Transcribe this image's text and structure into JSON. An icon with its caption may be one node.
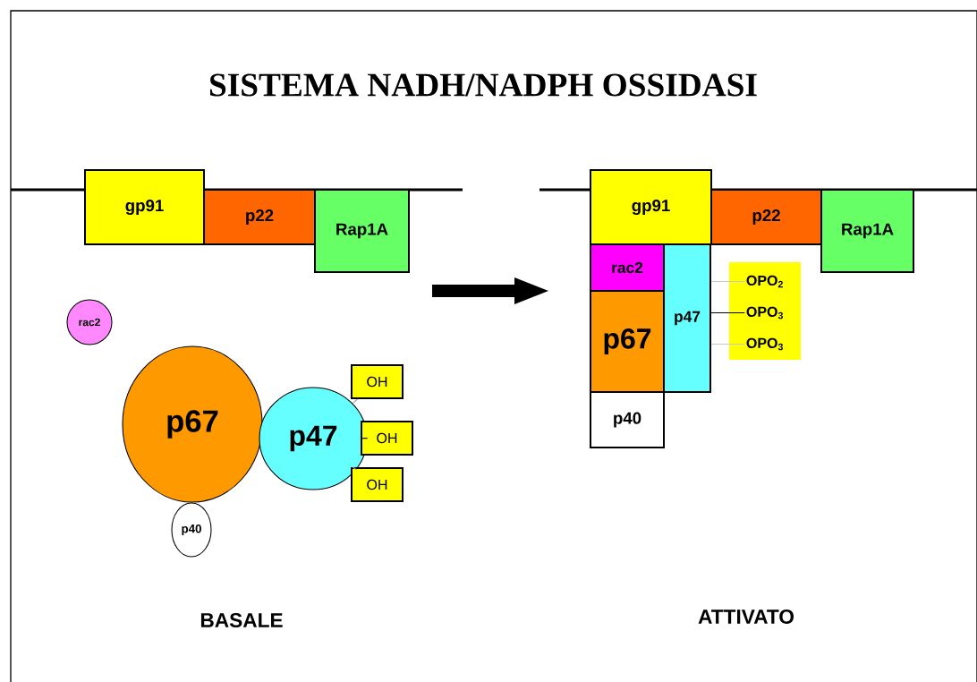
{
  "diagram": {
    "title": "SISTEMA NADH/NADPH OSSIDASI",
    "nodes": [
      {
        "text": [
          "gp91"
        ]
      },
      {
        "text": [
          "p22"
        ]
      },
      {
        "text": [
          "Rap1A"
        ]
      },
      {
        "text": [
          "rac2"
        ]
      },
      {
        "text": [
          "p67"
        ]
      },
      {
        "text": [
          "p47"
        ]
      },
      {
        "text": [
          "OH"
        ]
      },
      {
        "text": [
          "OH"
        ]
      },
      {
        "text": [
          "OH"
        ]
      },
      {
        "text": [
          "p40"
        ]
      },
      {
        "text": [
          "gp91"
        ]
      },
      {
        "text": [
          "p22"
        ]
      },
      {
        "text": [
          "Rap1A"
        ]
      },
      {
        "text": [
          "rac2"
        ]
      },
      {
        "text": [
          "p67"
        ]
      },
      {
        "text": [
          "p47"
        ]
      },
      {
        "text": [],
        "shape": "box"
      },
      {
        "text": [
          "OPO$_{2}$"
        ],
        "in": 16
      },
      {
        "text": [
          "OPO$_{3}$"
        ],
        "in": 16
      },
      {
        "text": [
          "OPO$_{3}$"
        ],
        "in": 16
      },
      {
        "text": [
          "p40"
        ]
      }
    ],
    "edges": [
      {
        "from": 5,
        "to": 6,
        "arrow": "none",
        "color": "#a0a0a0"
      },
      {
        "from": 5,
        "to": 7,
        "arrow": "none",
        "color": "#000000"
      },
      {
        "from": 5,
        "to": 8,
        "arrow": "none",
        "color": "#a0a0a0"
      },
      {
        "from": 15,
        "to": 17,
        "arrow": "none",
        "color": "#c8c8c8"
      },
      {
        "from": 15,
        "to": 18,
        "arrow": "none",
        "color": "#000000"
      },
      {
        "from": 15,
        "to": 19,
        "arrow": "none",
        "color": "#c8c8c8"
      }
    ],
    "labels": [
      "BASALE",
      "ATTIVATO"
    ]
  }
}
